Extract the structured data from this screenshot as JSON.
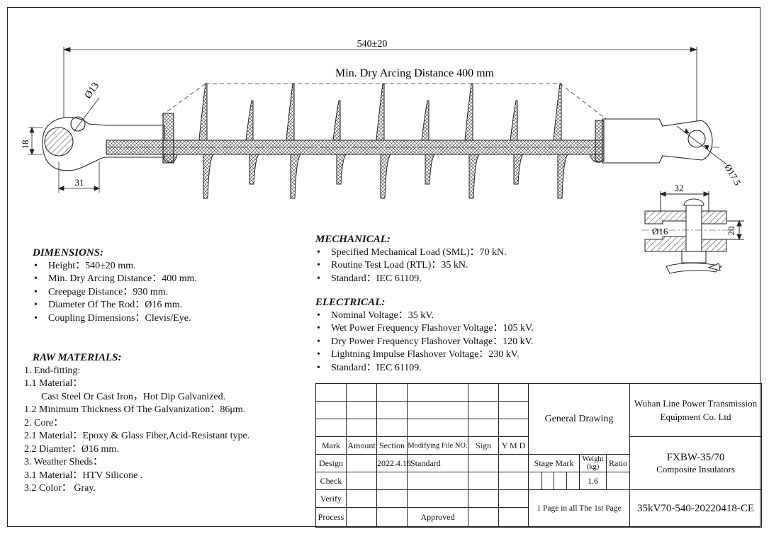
{
  "drawing": {
    "overall_dim": "540±20",
    "arcing_label": "Min. Dry Arcing Distance  400 mm",
    "dim_eye_hole": "Ø13",
    "dim_eye_height": "18",
    "dim_eye_length": "31",
    "dim_clevis_hole": "Ø17.5",
    "detail_width": "32",
    "detail_height": "20",
    "detail_pin": "Ø16"
  },
  "dimensions": {
    "heading": "DIMENSIONS:",
    "items": [
      "Height：540±20 mm.",
      "Min. Dry Arcing Distance：400 mm.",
      "Creepage Distance：930 mm.",
      "Diameter Of  The Rod：Ø16 mm.",
      "Coupling Dimensions：Clevis/Eye."
    ]
  },
  "raw_materials": {
    "heading": "RAW MATERIALS:",
    "lines": [
      "1.  End-fitting:",
      "1.1 Material：",
      "Cast Steel Or Cast Iron，Hot Dip Galvanized.",
      "1.2 Minimum Thickness Of The Galvanization：86μm.",
      "2.  Core：",
      "2.1 Material：Epoxy & Glass Fiber,Acid-Resistant type.",
      "2.2 Diamter：Ø16 mm.",
      "3.  Weather Sheds：",
      "3.1 Material：HTV Silicone .",
      "3.2 Color：  Gray."
    ]
  },
  "mechanical": {
    "heading": "MECHANICAL:",
    "items": [
      "Specified Mechanical Load (SML)：70 kN.",
      "Routine Test Load (RTL)：35 kN.",
      "Standard：IEC 61109."
    ]
  },
  "electrical": {
    "heading": "ELECTRICAL:",
    "items": [
      "Nominal Voltage：35 kV.",
      "Wet Power Frequency Flashover  Voltage：105 kV.",
      "Dry Power Frequency Flashover  Voltage：120 kV.",
      "Lightning Impulse  Flashover Voltage：230 kV.",
      "Standard：IEC 61109."
    ]
  },
  "title_block": {
    "mark": "Mark",
    "amount": "Amount",
    "section": "Section",
    "modifying": "Modifying File NO.",
    "sign": "Sign",
    "ymd": "Y M D",
    "design": "Design",
    "design_date": "2022.4.18",
    "standard": "Standard",
    "check": "Check",
    "verify": "Verify",
    "process": "Process",
    "approved": "Approved",
    "general_drawing": "General Drawing",
    "stage_mark": "Stage Mark",
    "weight": "Weight (kg)",
    "ratio": "Ratio",
    "weight_value": "1.6",
    "pages": "1 Page in all The 1st Page",
    "company": "Wuhan Line Power Transmission Equipment Co. Ltd",
    "model": "FXBW-35/70",
    "product": "Composite Insulators",
    "drawing_no": "35kV70-540-20220418-CE"
  }
}
